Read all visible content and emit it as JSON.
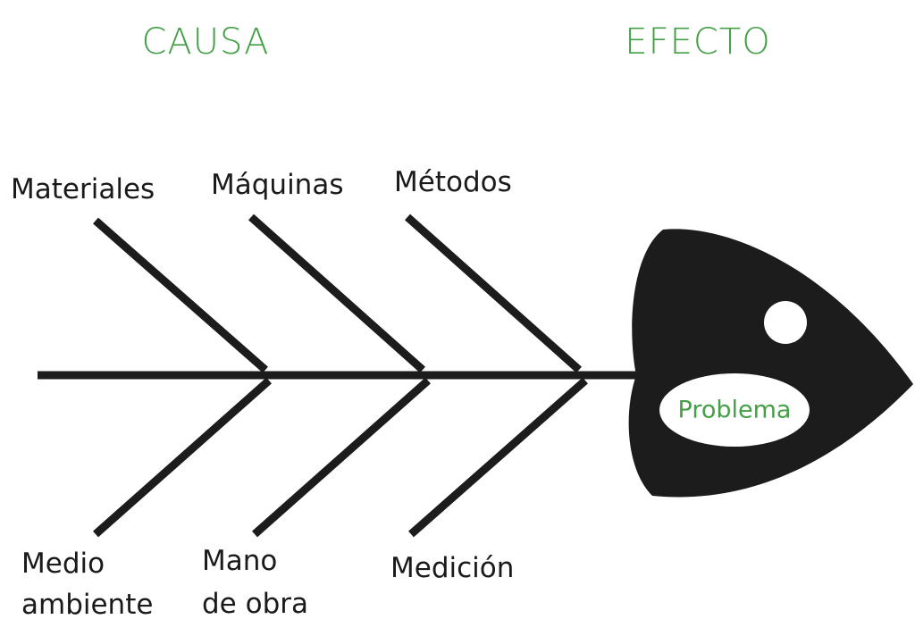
{
  "headers": {
    "cause": "CAUSA",
    "effect": "EFECTO"
  },
  "categories_top": [
    {
      "label_lines": [
        "Materiales"
      ]
    },
    {
      "label_lines": [
        "Máquinas"
      ]
    },
    {
      "label_lines": [
        "Métodos"
      ]
    }
  ],
  "categories_bottom": [
    {
      "label_lines": [
        "Medio",
        "ambiente"
      ]
    },
    {
      "label_lines": [
        "Mano",
        "de obra"
      ]
    },
    {
      "label_lines": [
        "Medición"
      ]
    }
  ],
  "head": {
    "label": "Problema"
  },
  "colors": {
    "accent": "#43a047",
    "bone": "#1c1c1c",
    "text": "#1a1a1a",
    "background": "#ffffff"
  }
}
